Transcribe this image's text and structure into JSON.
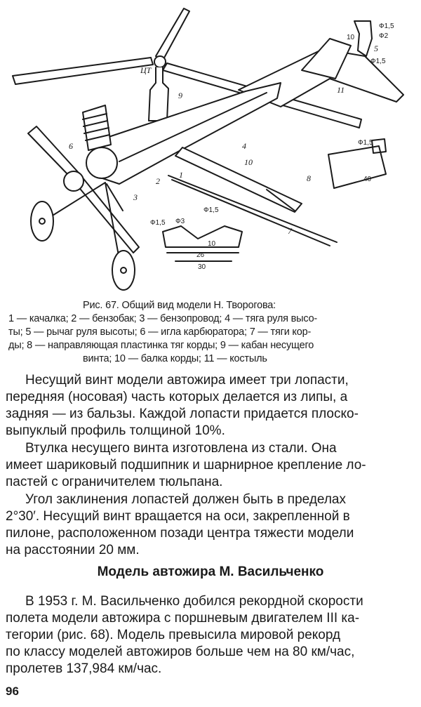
{
  "figure": {
    "callouts": [
      "1",
      "2",
      "3",
      "4",
      "5",
      "6",
      "7",
      "8",
      "9",
      "10",
      "11",
      "ЦТ"
    ],
    "dimensions": [
      "Ф1,5",
      "Ф2",
      "Ф1,5",
      "Ф1,5",
      "Ф3",
      "Ф1,5",
      "Ф1,5",
      "10",
      "10",
      "26",
      "30",
      "40"
    ]
  },
  "caption": {
    "lines": [
      "Рис. 67. Общий вид модели Н. Творогова:",
      "1 — качалка; 2 — бензобак; 3 — бензопровод; 4 — тяга руля высо-",
      "ты; 5 — рычаг руля высоты; 6 — игла карбюратора; 7 — тяги кор-",
      "ды; 8 — направляющая пластинка тяг корды; 9 — кабан несущего",
      "винта; 10 — балка корды; 11 — костыль"
    ]
  },
  "paragraphs": {
    "lines": [
      "Несущий винт модели автожира имеет три лопасти,",
      "передняя (носовая) часть которых делается из липы, а",
      "задняя — из бальзы. Каждой лопасти придается плоско-",
      "выпуклый профиль толщиной 10%.",
      "Втулка несущего винта изготовлена из стали. Она",
      "имеет шариковый подшипник и шарнирное крепление ло-",
      "пастей с ограничителем тюльпана.",
      "Угол заклинения лопастей должен быть в пределах",
      "2°30′. Несущий винт вращается на оси, закрепленной в",
      "пилоне, расположенном позади центра тяжести модели",
      "на расстоянии 20 мм."
    ]
  },
  "section": {
    "title": "Модель автожира М. Васильченко",
    "lines": [
      "В 1953 г. М. Васильченко добился рекордной скорости",
      "полета модели автожира с поршневым двигателем III ка-",
      "тегории (рис. 68). Модель превысила мировой рекорд",
      "по классу моделей автожиров больше чем на 80 км/час,",
      "пролетев 137,984 км/час."
    ]
  },
  "page_number": "96"
}
